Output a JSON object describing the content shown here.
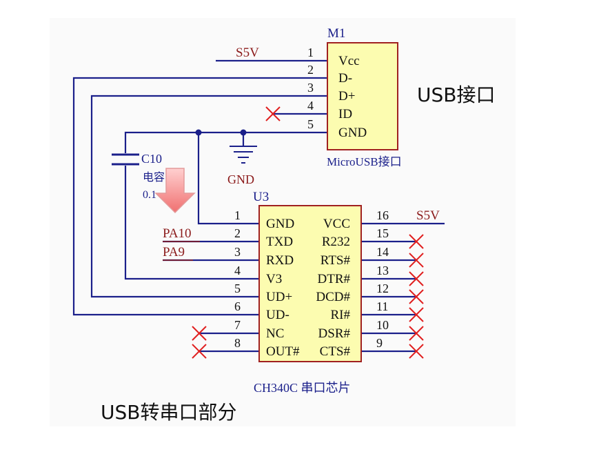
{
  "labels": {
    "m1_designator": "M1",
    "m1_name": "MicroUSB接口",
    "usb_interface_title": "USB接口",
    "s5v_top": "S5V",
    "s5v_right": "S5V",
    "gnd_symbol": "GND",
    "c10_designator": "C10",
    "c10_text1": "电容",
    "c10_text2": "0.1",
    "u3_designator": "U3",
    "u3_name": "CH340C 串口芯片",
    "pa10": "PA10",
    "pa9": "PA9",
    "section_title": "USB转串口部分"
  },
  "m1_pins": [
    {
      "num": "1",
      "name": "Vcc"
    },
    {
      "num": "2",
      "name": "D-"
    },
    {
      "num": "3",
      "name": "D+"
    },
    {
      "num": "4",
      "name": "ID"
    },
    {
      "num": "5",
      "name": "GND"
    }
  ],
  "u3_left_pins": [
    {
      "num": "1",
      "name": "GND"
    },
    {
      "num": "2",
      "name": "TXD"
    },
    {
      "num": "3",
      "name": "RXD"
    },
    {
      "num": "4",
      "name": "V3"
    },
    {
      "num": "5",
      "name": "UD+"
    },
    {
      "num": "6",
      "name": "UD-"
    },
    {
      "num": "7",
      "name": "NC"
    },
    {
      "num": "8",
      "name": "OUT#"
    }
  ],
  "u3_right_pins": [
    {
      "num": "16",
      "name": "VCC"
    },
    {
      "num": "15",
      "name": "R232"
    },
    {
      "num": "14",
      "name": "RTS#"
    },
    {
      "num": "13",
      "name": "DTR#"
    },
    {
      "num": "12",
      "name": "DCD#"
    },
    {
      "num": "11",
      "name": "RI#"
    },
    {
      "num": "10",
      "name": "DSR#"
    },
    {
      "num": "9",
      "name": "CTS#"
    }
  ],
  "colors": {
    "wire": "#1a1f8a",
    "net_label": "#8b1a1a",
    "chip_fill": "#fcfcb0",
    "chip_border": "#a02020",
    "no_connect": "#e02020",
    "arrow": "#f08080"
  }
}
